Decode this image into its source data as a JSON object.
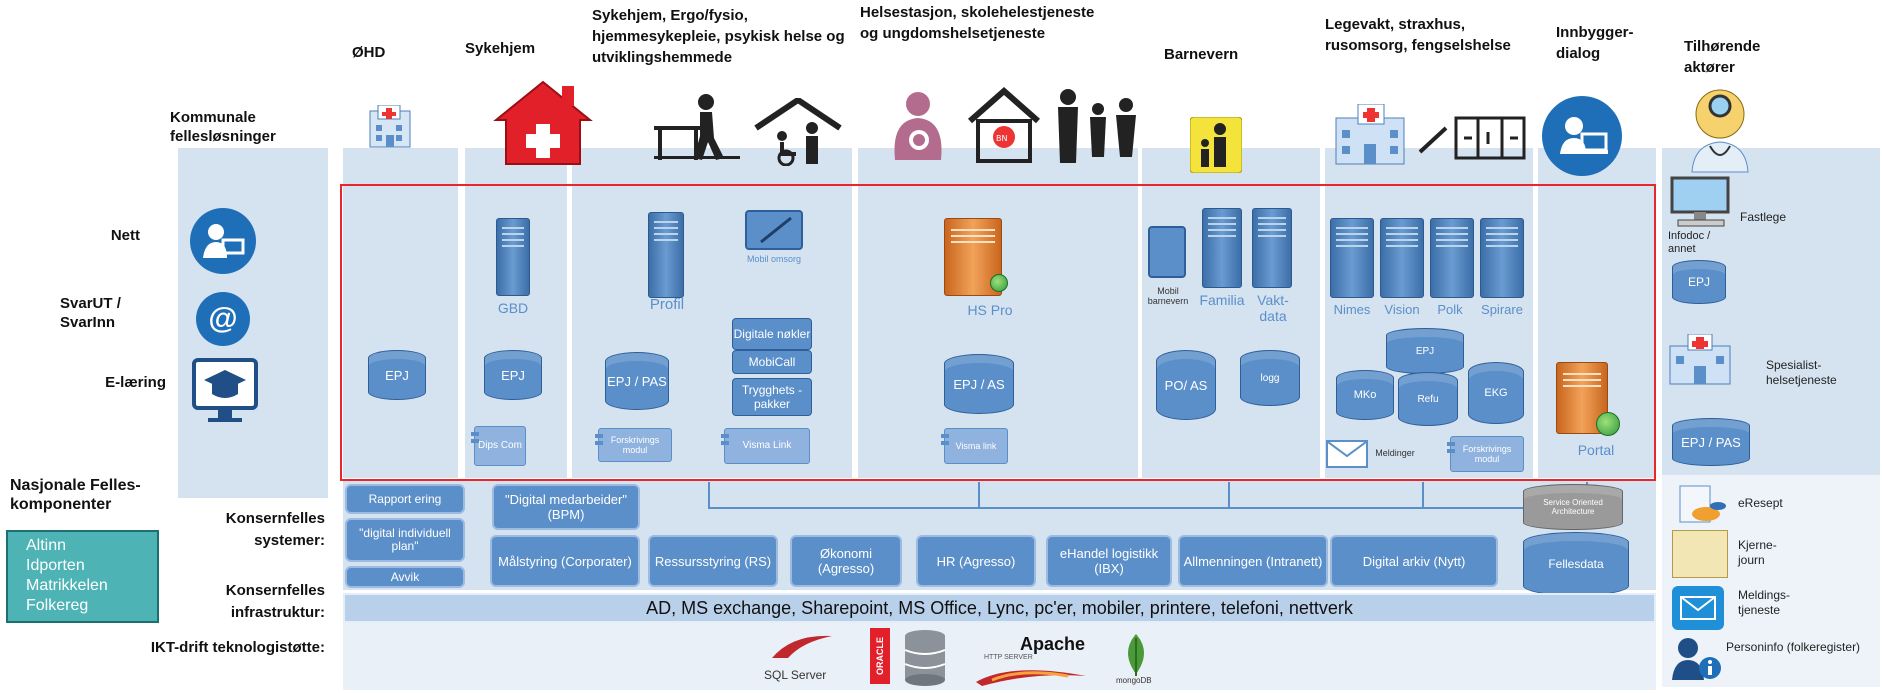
{
  "headers": {
    "ohd": "ØHD",
    "sykehjem": "Sykehjem",
    "sykehjem_ergo": "Sykehjem, Ergo/fysio, hjemmesykepleie, psykisk helse og utviklingshemmede",
    "helsestasjon": "Helsestasjon, skolehelestjeneste og ungdomshelsetjeneste",
    "barnevern": "Barnevern",
    "legevakt": "Legevakt, straxhus, rusomsorg, fengselshelse",
    "innbygger": "Innbygger-dialog",
    "tilhorende": "Tilhørende aktører"
  },
  "left": {
    "kommunale": "Kommunale fellesløsninger",
    "nett": "Nett",
    "svarut": "SvarUT / SvarInn",
    "elaering": "E-læring",
    "konsernfelles_systemer": "Konsernfelles systemer:",
    "konsernfelles_infra": "Konsernfelles infrastruktur:",
    "ikt": "IKT-drift teknologistøtte:"
  },
  "nasjonale": {
    "title": "Nasjonale Felles-komponenter",
    "items": [
      "Altinn",
      "Idporten",
      "Matrikkelen",
      "Folkereg"
    ]
  },
  "ohd": {
    "epj": "EPJ"
  },
  "sykehjem": {
    "server": "GBD",
    "epj": "EPJ",
    "comp": "Dips Com"
  },
  "sykehjem_ergo": {
    "server": "Profil",
    "mobil": "Mobil omsorg",
    "epj": "EPJ / PAS",
    "digitale": "Digitale nøkler",
    "mobilcall": "MobiCall",
    "trygghet": "Trygghets -pakker",
    "comp1": "Forskrivings modul",
    "comp2": "Visma Link"
  },
  "helse": {
    "server": "HS Pro",
    "epj": "EPJ / AS",
    "comp": "Visma link"
  },
  "barnevern": {
    "mobil": "Mobil barnevern",
    "familia": "Familia",
    "vakt": "Vakt-data",
    "po": "PO/ AS",
    "logg": "logg"
  },
  "legevakt": {
    "servers": [
      "Nimes",
      "Vision",
      "Polk",
      "Spirare"
    ],
    "epj": "EPJ",
    "mko": "MKo",
    "refu": "Refu",
    "ekg": "EKG",
    "meldinger": "Meldinger",
    "comp": "Forskrivings modul"
  },
  "innbygger": {
    "portal": "Portal"
  },
  "systems": {
    "rapportering": "Rapport ering",
    "digital_plan": "\"digital individuell plan\"",
    "avvik": "Avvik",
    "digital_medarbeider": "\"Digital medarbeider\" (BPM)",
    "malstyring": "Målstyring (Corporater)",
    "ressurs": "Ressursstyring (RS)",
    "okonomi": "Økonomi (Agresso)",
    "hr": "HR (Agresso)",
    "ehandel": "eHandel logistikk (IBX)",
    "allmenningen": "Allmenningen (Intranett)",
    "arkiv": "Digital arkiv (Nytt)",
    "soa": "Service Oriented Architecture",
    "fellesdata": "Fellesdata"
  },
  "infra": {
    "text": "AD, MS exchange, Sharepoint, MS Office, Lync, pc'er, mobiler, printere, telefoni, nettverk"
  },
  "tech": {
    "sql": "SQL Server",
    "oracle": "ORACLE",
    "apache": "Apache",
    "apache_sub": "HTTP SERVER",
    "mongo": "mongoDB"
  },
  "right": {
    "fastlege": "Fastlege",
    "infodoc": "Infodoc / annet",
    "epj": "EPJ",
    "spesialist": "Spesialist-helsetjeneste",
    "epj_pas": "EPJ / PAS",
    "eresept": "eResept",
    "kjernejourn": "Kjerne-journ",
    "meldings": "Meldings-tjeneste",
    "personinfo": "Personinfo (folkeregister)"
  },
  "colors": {
    "panel": "#d5e3f1",
    "box": "#5b8fc9",
    "red_frame": "#e8262c",
    "nasjonale_bg": "#4eb3b5"
  }
}
